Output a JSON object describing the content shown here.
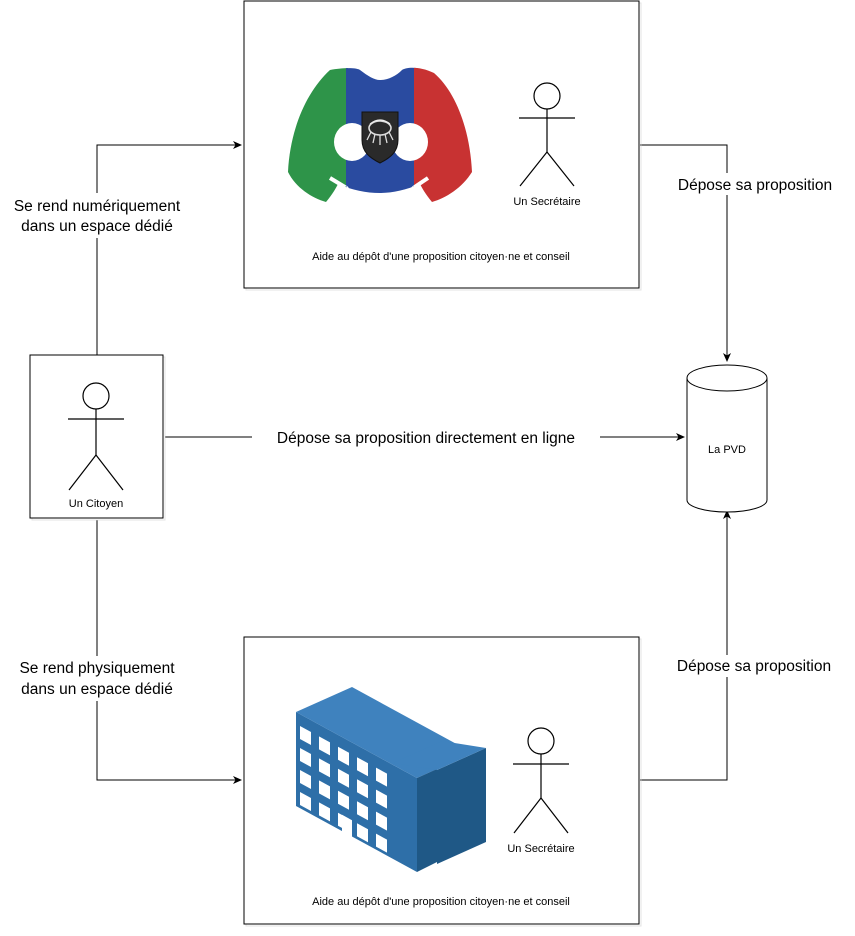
{
  "diagram": {
    "top_box": {
      "actor_label": "Un Secrétaire",
      "caption": "Aide au dépôt d'une proposition citoyen·ne et conseil",
      "logo_icon": "discord-logo-icon",
      "colors": {
        "green": "#2E9449",
        "blue": "#2A4BA0",
        "red": "#C83232",
        "emblem": "#2a2a2a"
      }
    },
    "bottom_box": {
      "actor_label": "Un Secrétaire",
      "caption": "Aide au dépôt d'une proposition citoyen·ne et conseil",
      "building_icon": "office-building-icon",
      "colors": {
        "front": "#2E6FA8",
        "side": "#1F5886",
        "roof": "#3F82BE",
        "window": "#FFFFFF"
      }
    },
    "citizen_box": {
      "actor_label": "Un Citoyen"
    },
    "database": {
      "label": "La PVD",
      "icon": "database-cylinder-icon"
    },
    "edges": {
      "citizen_to_top": [
        "Se rend numériquement",
        "dans un espace dédié"
      ],
      "citizen_to_bottom": [
        "Se rend physiquement",
        "dans un espace dédié"
      ],
      "citizen_to_db": "Dépose sa proposition directement en ligne",
      "top_to_db": "Dépose sa proposition",
      "bottom_to_db": "Dépose sa proposition"
    }
  }
}
